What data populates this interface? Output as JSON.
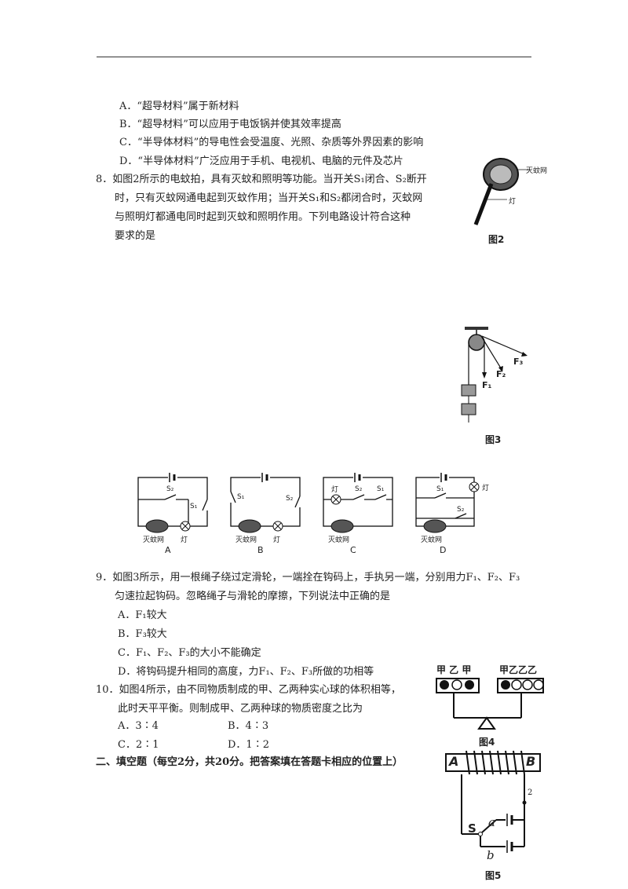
{
  "q7": {
    "options": [
      "A．“超导材料”属于新材料",
      "B．“超导材料”可以应用于电饭锅并使其效率提高",
      "C．“半导体材料”的导电性会受温度、光照、杂质等外界因素的影响",
      "D．“半导体材料”广泛应用于手机、电视机、电脑的元件及芯片"
    ]
  },
  "q8": {
    "lines": [
      "8．如图2所示的电蚊拍，具有灭蚊和照明等功能。当开关S₁闭合、S₂断开",
      "时，只有灭蚊网通电起到灭蚊作用；当开关S₁和S₂都闭合时，灭蚊网",
      "与照明灯都通电同时起到灭蚊和照明作用。下列电路设计符合这种",
      "要求的是"
    ],
    "fig2": {
      "label": "图2",
      "net": "灭蚊网",
      "lamp": "灯"
    },
    "options": [
      {
        "letter": "A",
        "labels": [
          "S₂",
          "S₁",
          "灭蚊网",
          "灯"
        ]
      },
      {
        "letter": "B",
        "labels": [
          "S₁",
          "S₂",
          "灭蚊网",
          "灯"
        ]
      },
      {
        "letter": "C",
        "labels": [
          "灯",
          "S₂",
          "S₁",
          "灭蚊网"
        ]
      },
      {
        "letter": "D",
        "labels": [
          "S₁",
          "灯",
          "S₂",
          "灭蚊网"
        ]
      }
    ]
  },
  "fig3": {
    "label": "图3",
    "f1": "F₁",
    "f2": "F₂",
    "f3": "F₃"
  },
  "q9": {
    "lines": [
      "9．如图3所示，用一根绳子绕过定滑轮，一端拴在钩码上，手执另一端，分别用力F₁、F₂、F₃",
      "匀速拉起钩码。忽略绳子与滑轮的摩擦，下列说法中正确的是"
    ],
    "options": [
      "A．F₁较大",
      "B．F₃较大",
      "C．F₁、F₂、F₃的大小不能确定",
      "D．将钩码提升相同的高度，力F₁、F₂、F₃所做的功相等"
    ]
  },
  "q10": {
    "lines": [
      "10．如图4所示，由不同物质制成的甲、乙两种实心球的体积相等，",
      "此时天平平衡。则制成甲、乙两种球的物质密度之比为"
    ],
    "options": [
      "A．3∶4",
      "B．4∶3",
      "C．2∶1",
      "D．1∶2"
    ],
    "fig4": {
      "label": "图4",
      "left": "甲 乙 甲",
      "right": "甲乙乙乙"
    }
  },
  "section2": {
    "heading": "二、填空题（每空2分，共20分。把答案填在答题卡相应的位置上）"
  },
  "fig5": {
    "label": "图5",
    "A": "A",
    "B": "B",
    "S": "S",
    "a": "a",
    "b": "b",
    "n2": "2"
  }
}
